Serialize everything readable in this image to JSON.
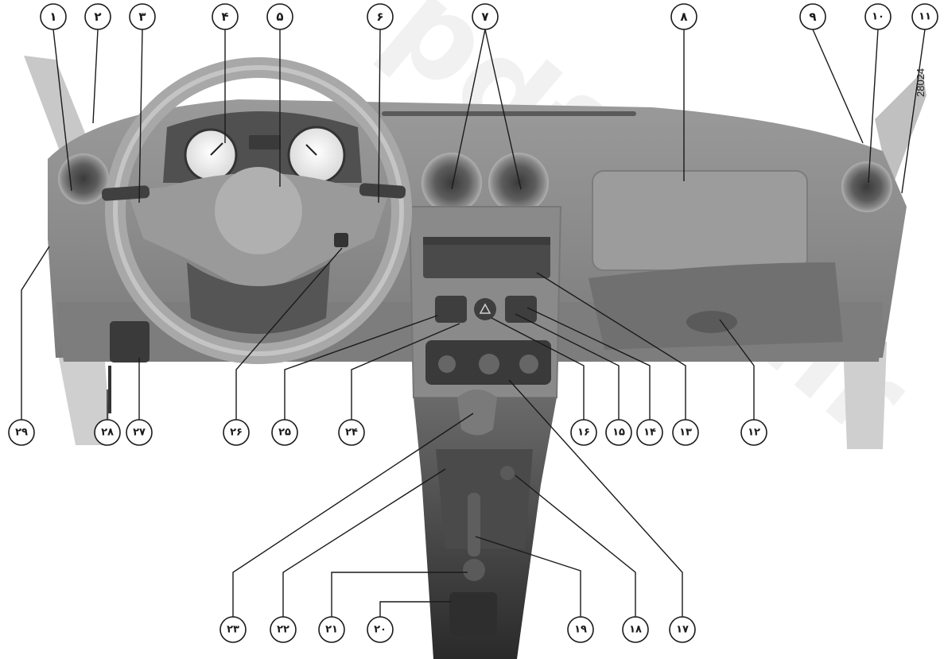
{
  "figure": {
    "reference_code": "28024",
    "watermark": "pdfiran.ir"
  },
  "callouts": [
    "۱",
    "۲",
    "۳",
    "۴",
    "۵",
    "۶",
    "۷",
    "۸",
    "۹",
    "۱۰",
    "۱۱",
    "۱۲",
    "۱۳",
    "۱۴",
    "۱۵",
    "۱۶",
    "۱۷",
    "۱۸",
    "۱۹",
    "۲۰",
    "۲۱",
    "۲۲",
    "۲۳",
    "۲۴",
    "۲۵",
    "۲۶",
    "۲۷",
    "۲۸",
    "۲۹"
  ],
  "colors": {
    "dashboard": "#8f8f8f",
    "dashboard_dark": "#555555",
    "pillar": "#b8b8b8",
    "vent": "#6e6e6e",
    "gauge_face": "#f4f4f4",
    "line": "#1a1a1a"
  }
}
